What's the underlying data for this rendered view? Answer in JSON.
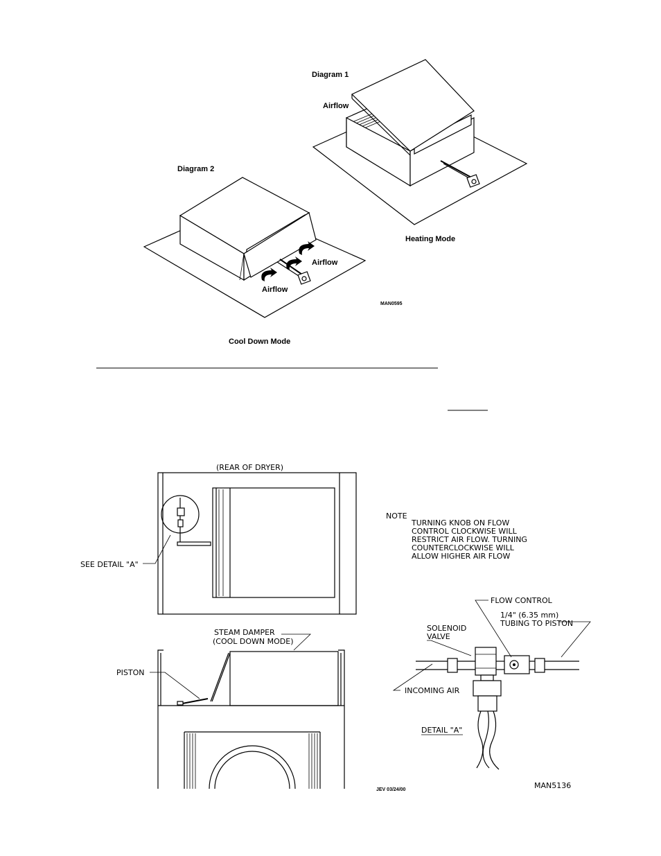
{
  "top_figure": {
    "diagram1_title": "Diagram 1",
    "diagram1_airflow": "Airflow",
    "diagram1_mode": "Heating Mode",
    "diagram2_title": "Diagram 2",
    "diagram2_airflow_a": "Airflow",
    "diagram2_airflow_b": "Airflow",
    "diagram2_mode": "Cool Down Mode",
    "drawing_code": "MAN0595"
  },
  "bottom_figure": {
    "rear_title": "(REAR OF DRYER)",
    "see_detail": "SEE DETAIL \"A\"",
    "steam_damper_1": "STEAM DAMPER",
    "steam_damper_2": "(COOL DOWN MODE)",
    "piston": "PISTON",
    "note_title": "NOTE",
    "note_lines": [
      "TURNING KNOB ON FLOW",
      "CONTROL CLOCKWISE WILL",
      "RESTRICT AIR FLOW. TURNING",
      "COUNTERCLOCKWISE WILL",
      "ALLOW HIGHER AIR FLOW"
    ],
    "flow_control": "FLOW CONTROL",
    "tubing_1": "1/4\" (6.35 mm)",
    "tubing_2": "TUBING TO PISTON",
    "solenoid_1": "SOLENOID",
    "solenoid_2": "VALVE",
    "incoming_air": "INCOMING AIR",
    "detail_a": "DETAIL \"A\"",
    "drawn_by": "JEV 03/24/00",
    "drawing_code": "MAN5136"
  }
}
